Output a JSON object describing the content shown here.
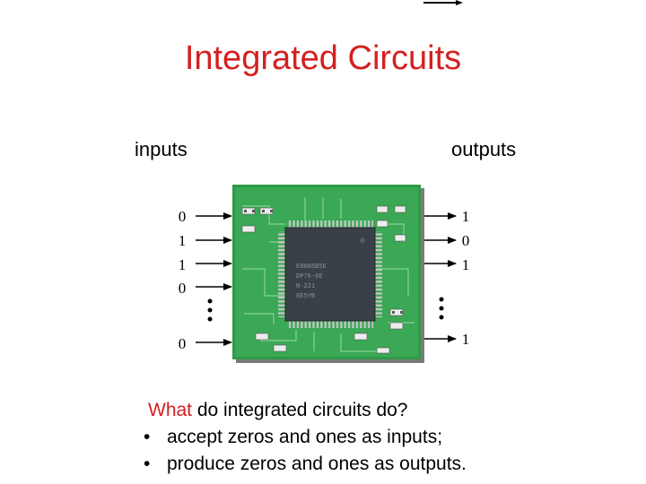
{
  "slide": {
    "title": "Integrated Circuits",
    "inputs_label": "inputs",
    "outputs_label": "outputs"
  },
  "diagram": {
    "input_bits": [
      "0",
      "1",
      "1",
      "0",
      "0"
    ],
    "output_bits": [
      "1",
      "0",
      "1",
      "1"
    ],
    "chip_markings": [
      "E8066B5E",
      "DP76-6E",
      "N-221",
      "8E5YB"
    ]
  },
  "text": {
    "question_red": "What",
    "question_rest": " do integrated circuits do?",
    "bullet_char": "•",
    "bullets": [
      "accept zeros and ones as inputs;",
      "produce zeros and ones as outputs."
    ]
  },
  "colors": {
    "title": "#d42020",
    "board": "#2e9a48",
    "chip": "#3a4048"
  }
}
